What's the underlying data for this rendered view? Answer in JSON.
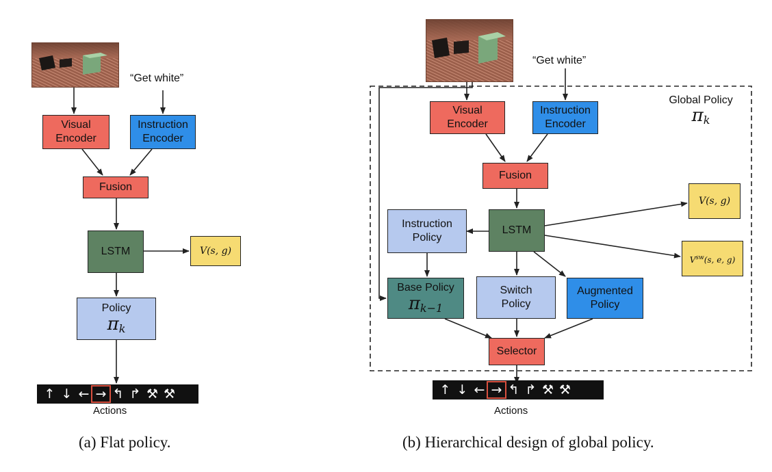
{
  "left": {
    "instruction": "“Get white”",
    "visual_encoder": [
      "Visual",
      "Encoder"
    ],
    "instruction_encoder": [
      "Instruction",
      "Encoder"
    ],
    "fusion": "Fusion",
    "lstm": "LSTM",
    "value": "V(s, g)",
    "policy": "Policy",
    "policy_symbol": "π",
    "policy_subscript": "k",
    "actions_label": "Actions",
    "caption": "(a) Flat policy."
  },
  "right": {
    "instruction": "“Get white”",
    "global_policy_label": "Global Policy",
    "global_policy_symbol": "π",
    "global_policy_subscript": "k",
    "visual_encoder": [
      "Visual",
      "Encoder"
    ],
    "instruction_encoder": [
      "Instruction",
      "Encoder"
    ],
    "fusion": "Fusion",
    "lstm": "LSTM",
    "instruction_policy": [
      "Instruction",
      "Policy"
    ],
    "base_policy": "Base Policy",
    "base_policy_symbol": "π",
    "base_policy_subscript": "k−1",
    "switch_policy": [
      "Switch",
      "Policy"
    ],
    "augmented_policy": [
      "Augmented",
      "Policy"
    ],
    "selector": "Selector",
    "value": "V(s, g)",
    "switch_value": "V",
    "switch_value_sup": "sw",
    "switch_value_args": "(s, e, g)",
    "actions_label": "Actions",
    "caption": "(b) Hierarchical design of global policy."
  },
  "actions": {
    "glyphs": [
      "↑",
      "↓",
      "←",
      "→",
      "↰",
      "↱",
      "⚒",
      "⚒"
    ],
    "selected_index": 3
  },
  "colors": {
    "encoder_red": "#ee6a5e",
    "instruction_blue": "#2f8ee8",
    "lstm_green": "#5e8262",
    "policy_lavender": "#b6c9ee",
    "value_yellow": "#f6db72",
    "base_policy_teal": "#4f8a84"
  }
}
